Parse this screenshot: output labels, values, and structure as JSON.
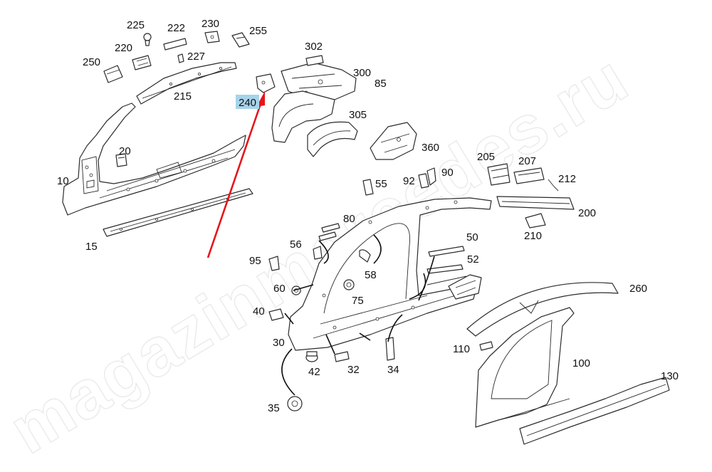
{
  "watermark": "magazinmercedes.ru",
  "highlight": {
    "label": "240",
    "box_color": "#a7d3ea",
    "arrow_color": "#e8141b"
  },
  "callouts": {
    "c225": "225",
    "c222": "222",
    "c230": "230",
    "c255": "255",
    "c220": "220",
    "c227": "227",
    "c250": "250",
    "c215": "215",
    "c20": "20",
    "c10": "10",
    "c15": "15",
    "c302": "302",
    "c300": "300",
    "c85": "85",
    "c305": "305",
    "c360": "360",
    "c55": "55",
    "c92": "92",
    "c90": "90",
    "c205": "205",
    "c207": "207",
    "c212": "212",
    "c200": "200",
    "c210": "210",
    "c80": "80",
    "c56": "56",
    "c50": "50",
    "c52": "52",
    "c95": "95",
    "c58": "58",
    "c60": "60",
    "c75": "75",
    "c40": "40",
    "c260": "260",
    "c30": "30",
    "c110": "110",
    "c42": "42",
    "c32": "32",
    "c34": "34",
    "c100": "100",
    "c35": "35",
    "c130": "130"
  }
}
